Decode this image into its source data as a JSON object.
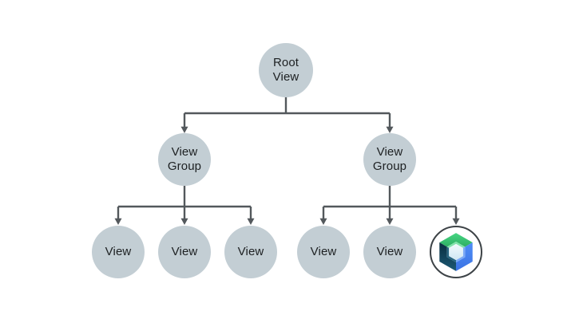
{
  "diagram": {
    "type": "tree",
    "description": "View hierarchy tree: a Root View with two View Groups; the left group contains three Views, the right group contains two Views and a Jetpack Compose logo node",
    "nodes": {
      "root": {
        "label": "Root\nView"
      },
      "group_left": {
        "label": "View\nGroup"
      },
      "group_right": {
        "label": "View\nGroup"
      },
      "view_left_1": {
        "label": "View"
      },
      "view_left_2": {
        "label": "View"
      },
      "view_left_3": {
        "label": "View"
      },
      "view_right_1": {
        "label": "View"
      },
      "view_right_2": {
        "label": "View"
      },
      "compose": {
        "label": "",
        "icon": "jetpack-compose-logo-icon"
      }
    },
    "edges": [
      [
        "root",
        "group_left"
      ],
      [
        "root",
        "group_right"
      ],
      [
        "group_left",
        "view_left_1"
      ],
      [
        "group_left",
        "view_left_2"
      ],
      [
        "group_left",
        "view_left_3"
      ],
      [
        "group_right",
        "view_right_1"
      ],
      [
        "group_right",
        "view_right_2"
      ],
      [
        "group_right",
        "compose"
      ]
    ]
  },
  "styles": {
    "canvas_bg": "#ffffff",
    "node_fill": "#c3ced4",
    "text_color": "#1d2022",
    "line_color": "#53585c",
    "logo_ring": "#3d4347",
    "logo_green_top": "#47d683",
    "logo_green_bottom": "#2eae63",
    "logo_blue_top": "#4f8df6",
    "logo_blue_bottom": "#3b73e4",
    "logo_navy_top": "#082c3e",
    "logo_navy_bottom": "#1d5a75",
    "logo_wall_green": "#82e3ab",
    "logo_wall_blue": "#7aa9f7",
    "logo_wall_teal": "#27647f",
    "logo_center_top": "#f3fafd",
    "logo_center_bottom": "#cfe7f3"
  }
}
